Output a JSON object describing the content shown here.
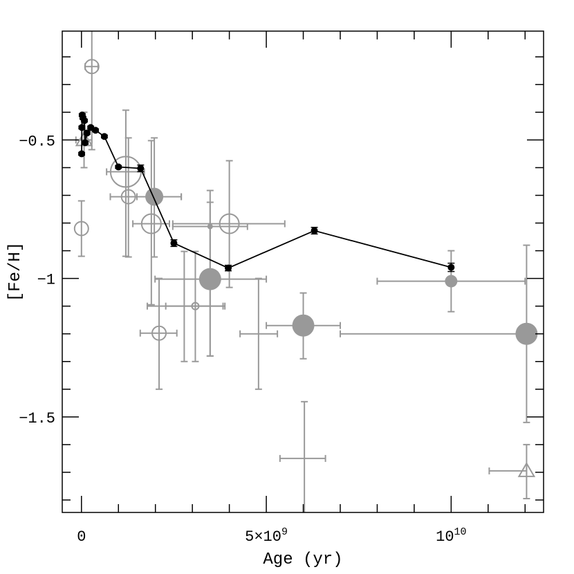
{
  "chart_data": {
    "type": "scatter",
    "title": "",
    "xlabel": "Age (yr)",
    "ylabel": "[Fe/H]",
    "xlim": [
      -520000000.0,
      12500000000.0
    ],
    "ylim": [
      -1.845,
      -0.107
    ],
    "grid": false,
    "x_ticks": [
      {
        "value": 0,
        "label": "0"
      },
      {
        "value": 5000000000.0,
        "label": "5×10",
        "sup": "9"
      },
      {
        "value": 10000000000.0,
        "label": "10",
        "sup": "10"
      }
    ],
    "y_ticks": [
      {
        "value": -0.5,
        "label": "−0.5"
      },
      {
        "value": -1,
        "label": "−1"
      },
      {
        "value": -1.5,
        "label": "−1.5"
      }
    ],
    "colors": {
      "line_series": "#000000",
      "literature": "#999999",
      "axes": "#000000"
    },
    "line_series": {
      "marker": "filled-circle",
      "x": [
        5000000.0,
        10000000.0,
        20000000.0,
        40000000.0,
        80000000.0,
        100000000.0,
        150000000.0,
        250000000.0,
        380000000.0,
        620000000.0,
        1000000000.0,
        1600000000.0,
        2500000000.0,
        3970000000.0,
        6300000000.0,
        10000000000.0
      ],
      "y": [
        -0.55,
        -0.455,
        -0.41,
        -0.42,
        -0.43,
        -0.51,
        -0.475,
        -0.455,
        -0.465,
        -0.4875,
        -0.5975,
        -0.6025,
        -0.8725,
        -0.9625,
        -0.8275,
        -0.96
      ],
      "yerr": [
        0.005,
        0.005,
        0.005,
        0.005,
        0.005,
        0.005,
        0.005,
        0.005,
        0.005,
        0.005,
        0.005,
        0.012,
        0.012,
        0.01,
        0.012,
        0.015
      ]
    },
    "points": [
      {
        "marker": "open-circle-small",
        "x": 280000000.0,
        "y": -0.235,
        "xrange": [
          100000000.0,
          450000000.0
        ],
        "yrange": [
          -0.1,
          -0.535
        ]
      },
      {
        "marker": "open-circle-small",
        "x": 0.0,
        "y": -0.82,
        "yrange": [
          -0.72,
          -0.92
        ]
      },
      {
        "marker": "open-triangle",
        "x": 70000000.0,
        "y": -0.5,
        "xrange": [
          -150000000.0,
          280000000.0
        ],
        "yrange": [
          -0.4,
          -0.6
        ]
      },
      {
        "marker": "open-circle-large",
        "x": 1200000000.0,
        "y": -0.615,
        "xrange": [
          680000000.0,
          1700000000.0
        ],
        "yrange": [
          -0.3925,
          -0.92
        ]
      },
      {
        "marker": "open-circle-small",
        "x": 1270000000.0,
        "y": -0.705,
        "xrange": [
          780000000.0,
          2700000000.0
        ],
        "yrange": [
          -0.4925,
          -0.9225
        ]
      },
      {
        "marker": "filled-circle-medium",
        "x": 1970000000.0,
        "y": -0.705,
        "xrange": [
          1500000000.0,
          2700000000.0
        ],
        "yrange": [
          -0.4925,
          -0.9225
        ]
      },
      {
        "marker": "open-circle-medium",
        "x": 1890000000.0,
        "y": -0.8025,
        "xrange": [
          1390000000.0,
          2380000000.0
        ],
        "yrange": [
          -0.5025,
          -1.095
        ]
      },
      {
        "marker": "filled-circle-tiny",
        "x": 3480000000.0,
        "y": -0.8125,
        "xrange": [
          2470000000.0,
          4490000000.0
        ],
        "yrange": [
          -0.6825,
          -1.28
        ]
      },
      {
        "marker": "open-circle-medium",
        "x": 4000000000.0,
        "y": -0.8025,
        "xrange": [
          2470000000.0,
          5500000000.0
        ],
        "yrange": [
          -0.575,
          -1.0325
        ]
      },
      {
        "marker": "filled-circle-large",
        "x": 3480000000.0,
        "y": -1.0025,
        "xrange": [
          1990000000.0,
          5000000000.0
        ],
        "yrange": [
          -0.725,
          -1.28
        ]
      },
      {
        "marker": "open-circle-tiny",
        "x": 3080000000.0,
        "y": -1.1,
        "xrange": [
          1780000000.0,
          3880000000.0
        ],
        "yrange": [
          -0.9025,
          -1.3
        ]
      },
      {
        "marker": "cross",
        "x": 2780000000.0,
        "y": -1.1,
        "xrange": [
          2280000000.0,
          3830000000.0
        ],
        "yrange": [
          -0.9025,
          -1.3
        ]
      },
      {
        "marker": "open-circle-small",
        "x": 2100000000.0,
        "y": -1.1975,
        "xrange": [
          1590000000.0,
          2580000000.0
        ],
        "yrange": [
          -1.0,
          -1.4
        ]
      },
      {
        "marker": "cross",
        "x": 4790000000.0,
        "y": -1.2,
        "xrange": [
          4290000000.0,
          5300000000.0
        ],
        "yrange": [
          -1.0,
          -1.4
        ]
      },
      {
        "marker": "filled-circle-large",
        "x": 6000000000.0,
        "y": -1.17,
        "xrange": [
          5000000000.0,
          7000000000.0
        ],
        "yrange": [
          -1.0525,
          -1.29
        ]
      },
      {
        "marker": "cross",
        "x": 6030000000.0,
        "y": -1.65,
        "xrange": [
          5370000000.0,
          6600000000.0
        ],
        "yrange": [
          -1.445,
          -1.9
        ]
      },
      {
        "marker": "filled-circle-small",
        "x": 10000000000.0,
        "y": -1.01,
        "xrange": [
          8000000000.0,
          12000000000.0
        ],
        "yrange": [
          -0.9,
          -1.12
        ]
      },
      {
        "marker": "filled-circle-large",
        "x": 12040000000.0,
        "y": -1.2,
        "xrange": [
          7000000000.0,
          12040000000.0
        ],
        "yrange": [
          -0.88,
          -1.52
        ]
      },
      {
        "marker": "open-triangle",
        "x": 12040000000.0,
        "y": -1.695,
        "xrange": [
          11030000000.0,
          12040000000.0
        ],
        "yrange": [
          -1.6,
          -1.795
        ]
      }
    ]
  }
}
